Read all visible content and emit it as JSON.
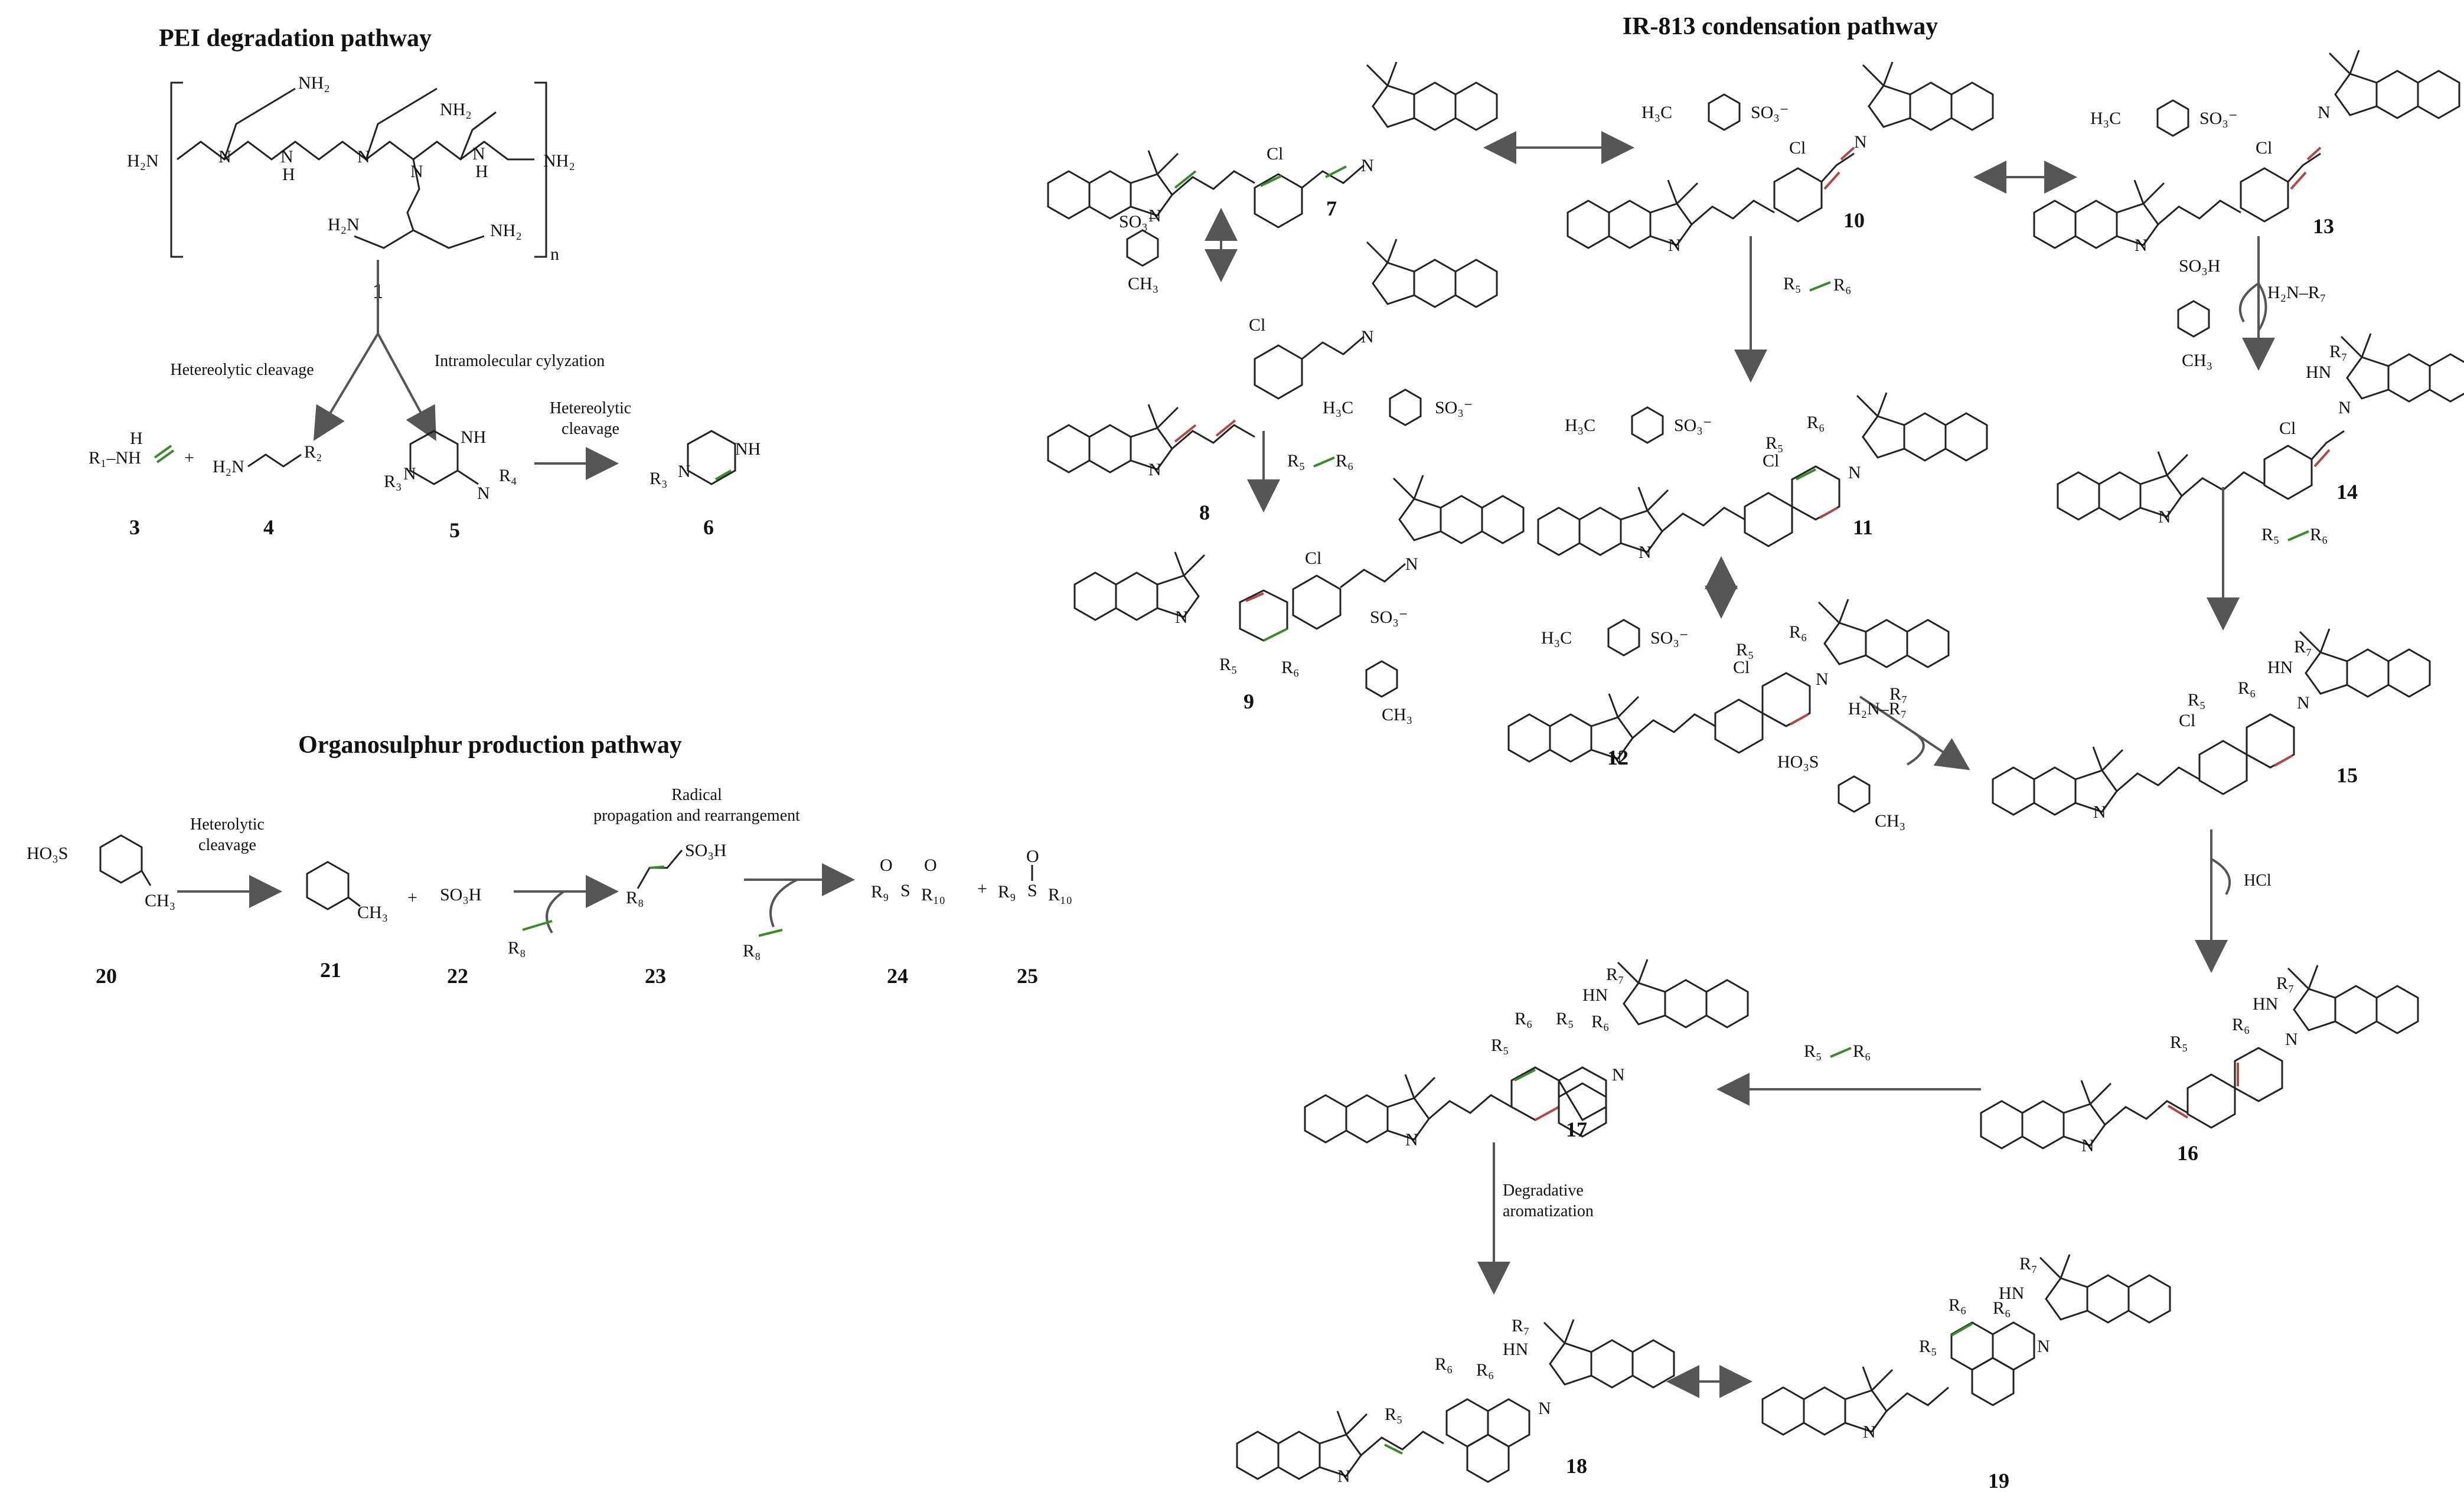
{
  "titles": {
    "pei": "PEI degradation pathway",
    "ir": "IR-813 condensation pathway",
    "os": "Organosulphur production pathway"
  },
  "steps": {
    "hetero": "Hetereolytic cleavage",
    "intra": "Intramolecular cylyzation",
    "hetero2_l1": "Hetereolytic",
    "hetero2_l2": "cleavage",
    "os_hetero_l1": "Heterolytic",
    "os_hetero_l2": "cleavage",
    "radical_l1": "Radical",
    "radical_l2": "propagation and rearrangement",
    "hcl": "HCl",
    "degr_l1": "Degradative",
    "degr_l2": "aromatization"
  },
  "atoms": {
    "h2n": "H₂N",
    "nh2": "NH₂",
    "n": "N",
    "h": "H",
    "nh": "NH",
    "hn": "HN",
    "cl": "Cl",
    "r1nh": "R₁–NH",
    "r2": "R₂",
    "r3": "R₃",
    "r4": "R₄",
    "r5": "R₅",
    "r6": "R₆",
    "r7": "R₇",
    "r8": "R₈",
    "r9": "R₉",
    "r10": "R₁₀",
    "h3c": "H₃C",
    "so3": "SO₃⁻",
    "so3h": "SO₃H",
    "ho3s": "HO₃S",
    "ch3": "CH₃",
    "h2nr7": "H₂N–R₇",
    "s": "S",
    "o": "O",
    "plus": "+",
    "sub_n": "n"
  },
  "compounds": {
    "c1": "1",
    "c3": "3",
    "c4": "4",
    "c5": "5",
    "c6": "6",
    "c7": "7",
    "c8": "8",
    "c9": "9",
    "c10": "10",
    "c11": "11",
    "c12": "12",
    "c13": "13",
    "c14": "14",
    "c15": "15",
    "c16": "16",
    "c17": "17",
    "c18": "18",
    "c19": "19",
    "c20": "20",
    "c21": "21",
    "c22": "22",
    "c23": "23",
    "c24": "24",
    "c25": "25"
  },
  "colors": {
    "green_bond": "#3a8a2a",
    "red_bond": "#b04848",
    "arrow": "#555555"
  }
}
